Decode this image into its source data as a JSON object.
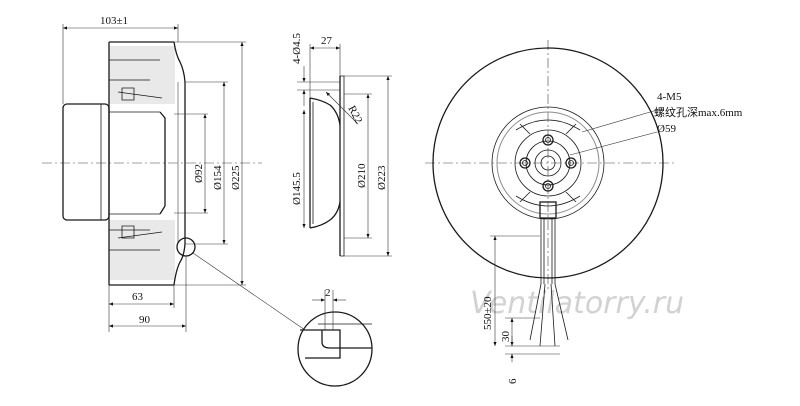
{
  "side_view": {
    "overall_length": "103±1",
    "motor_length": "63",
    "housing_length": "90",
    "dia_92": "Ø92",
    "dia_154": "Ø154",
    "dia_225": "Ø225"
  },
  "section_view": {
    "hole_spec": "4-Ø4.5",
    "depth": "27",
    "radius": "R22",
    "dia_145_5": "Ø145.5",
    "dia_210": "Ø210",
    "dia_223": "Ø223"
  },
  "detail_view": {
    "gap": "2"
  },
  "front_view": {
    "thread_spec": "4-M5",
    "thread_depth_note": "螺纹孔深max.6mm",
    "dia_59": "Ø59",
    "cable_length": "550±20",
    "strip_length": "30",
    "end_length": "6"
  },
  "watermark": "Ventilatorry.ru"
}
